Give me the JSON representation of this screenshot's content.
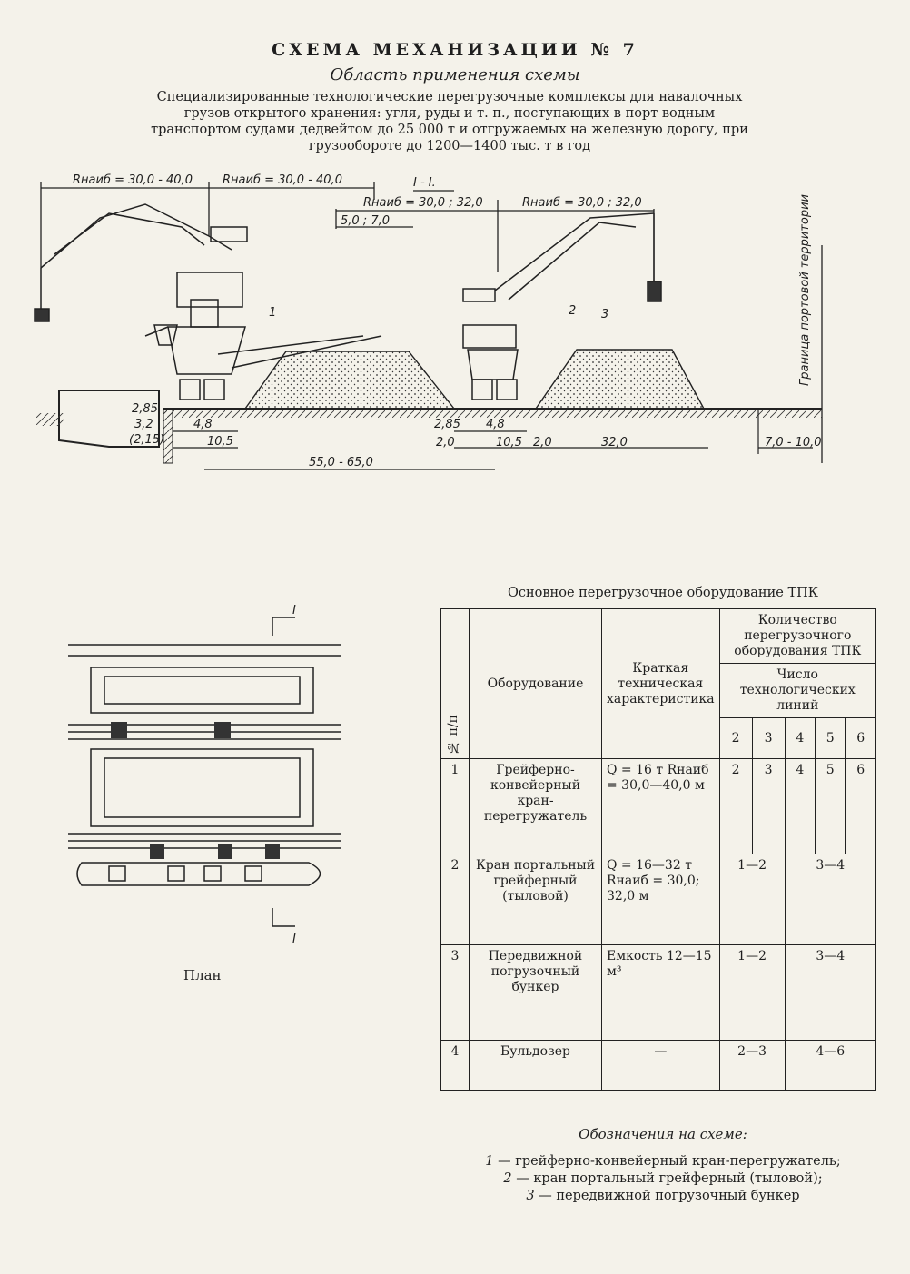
{
  "header": {
    "title": "СХЕМА МЕХАНИЗАЦИИ № 7",
    "subtitle": "Область применения схемы",
    "description": "Специализированные технологические перегрузочные комплексы для навалочных грузов открытого хранения: угля, руды и т. п., поступающих в порт водным транспортом судами дедвейтом до 25 000 т и отгружаемых на железную дорогу, при грузообороте до 1200—1400 тыс. т в год"
  },
  "section": {
    "label": "I - I.",
    "r1": "Rнаиб = 30,0 - 40,0",
    "r2": "Rнаиб = 30,0 - 40,0",
    "r3": "Rнаиб = 30,0 ; 32,0",
    "r4": "Rнаиб = 30,0 ; 32,0",
    "d_57": "5,0 ; 7,0",
    "d_285a": "2,85",
    "d_32": "3,2",
    "d_215": "(2,15)",
    "d_48a": "4,8",
    "d_105a": "10,5",
    "d_5565": "55,0 - 65,0",
    "d_285b": "2,85",
    "d_20a": "2,0",
    "d_48b": "4,8",
    "d_105b": "10,5",
    "d_20b": "2,0",
    "d_320": "32,0",
    "d_710": "7,0 - 10,0",
    "n1": "1",
    "n2": "2",
    "n3": "3",
    "boundary": "Граница портовой территории"
  },
  "plan": {
    "label": "План",
    "cut_top": "I",
    "cut_bottom": "I"
  },
  "table": {
    "title": "Основное перегрузочное оборудование ТПК",
    "h_num": "№ п/п",
    "h_equip": "Оборудование",
    "h_char": "Краткая техническая характеристика",
    "h_qty": "Количество перегрузочного оборудования ТПК",
    "h_lines": "Число технологических линий",
    "line_counts": [
      "2",
      "3",
      "4",
      "5",
      "6"
    ],
    "rows": [
      {
        "num": "1",
        "equip": "Грейферно-конвейерный кран-перегружатель",
        "char": "Q = 16 т Rнаиб = 30,0—40,0 м",
        "vals": [
          "2",
          "3",
          "4",
          "5",
          "6"
        ]
      },
      {
        "num": "2",
        "equip": "Кран портальный грейферный (тыловой)",
        "char": "Q = 16—32 т Rнаиб = 30,0; 32,0 м",
        "a": "1—2",
        "b": "3—4"
      },
      {
        "num": "3",
        "equip": "Передвижной погрузочный бункер",
        "char": "Емкость 12—15 м³",
        "a": "1—2",
        "b": "3—4"
      },
      {
        "num": "4",
        "equip": "Бульдозер",
        "char": "—",
        "a": "2—3",
        "b": "4—6"
      }
    ]
  },
  "legend": {
    "title": "Обозначения на схеме:",
    "items": [
      {
        "n": "1",
        "text": " — грейферно-конвейерный кран-перегружатель;"
      },
      {
        "n": "2",
        "text": " — кран портальный грейферный (тыловой);"
      },
      {
        "n": "3",
        "text": " — передвижной погрузочный бункер"
      }
    ]
  }
}
